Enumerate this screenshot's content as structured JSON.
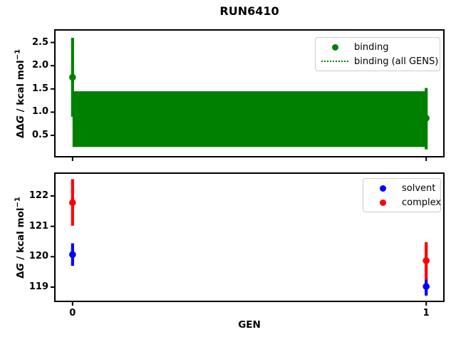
{
  "window": {
    "title": "RUN6410"
  },
  "chart_data": {
    "type": "errorbar",
    "title": "RUN6410",
    "xlabel": "GEN",
    "xlim": [
      -0.05,
      1.05
    ],
    "x_ticks": [
      0,
      1
    ],
    "x_tick_labels": [
      "0",
      "1"
    ],
    "grid": false,
    "panels": [
      {
        "id": "ddG-binding",
        "ylabel_text": "ΔΔG / kcal mol⁻¹",
        "ylabel_parts": {
          "delta": "ΔΔ",
          "symbol": "G",
          "unit": " / kcal mol",
          "sup": "−1"
        },
        "ylim": [
          0.04,
          2.77
        ],
        "yticks": [
          0.5,
          1.0,
          1.5,
          2.0,
          2.5
        ],
        "ytick_labels": [
          "0.5",
          "1.0",
          "1.5",
          "2.0",
          "2.5"
        ],
        "series": [
          {
            "name": "binding",
            "color": "#008000",
            "marker": "circle",
            "points": [
              {
                "x": 0,
                "y": 1.75,
                "err_lo": 0.9,
                "err_hi": 2.6
              },
              {
                "x": 1,
                "y": 0.87,
                "err_lo": 0.2,
                "err_hi": 1.52
              }
            ]
          }
        ],
        "band": {
          "name": "binding (all GENS)",
          "color": "#008000",
          "x0": 0,
          "x1": 1,
          "lo": 0.25,
          "hi": 1.45,
          "center": 0.85,
          "line_style": "dotted"
        },
        "legend": {
          "position": "upper right",
          "items": [
            {
              "label": "binding",
              "swatch": "dot",
              "color": "#008000"
            },
            {
              "label": "binding (all GENS)",
              "swatch": "dotted-line",
              "color": "#008000"
            }
          ]
        }
      },
      {
        "id": "dG-legs",
        "ylabel_text": "ΔG / kcal mol⁻¹",
        "ylabel_parts": {
          "delta": "Δ",
          "symbol": "G",
          "unit": " / kcal mol",
          "sup": "−1"
        },
        "ylim": [
          118.53,
          122.75
        ],
        "yticks": [
          119,
          120,
          121,
          122
        ],
        "ytick_labels": [
          "119",
          "120",
          "121",
          "122"
        ],
        "series": [
          {
            "name": "solvent",
            "color": "#0000ff",
            "marker": "circle",
            "points": [
              {
                "x": 0,
                "y": 120.07,
                "err_lo": 119.7,
                "err_hi": 120.44
              },
              {
                "x": 1,
                "y": 119.02,
                "err_lo": 118.72,
                "err_hi": 119.3
              }
            ]
          },
          {
            "name": "complex",
            "color": "#ff0000",
            "marker": "circle",
            "points": [
              {
                "x": 0,
                "y": 121.78,
                "err_lo": 121.02,
                "err_hi": 122.55
              },
              {
                "x": 1,
                "y": 119.87,
                "err_lo": 119.24,
                "err_hi": 120.48
              }
            ]
          }
        ],
        "legend": {
          "position": "upper right",
          "items": [
            {
              "label": "solvent",
              "swatch": "dot",
              "color": "#0000ff"
            },
            {
              "label": "complex",
              "swatch": "dot",
              "color": "#ff0000"
            }
          ]
        }
      }
    ]
  }
}
